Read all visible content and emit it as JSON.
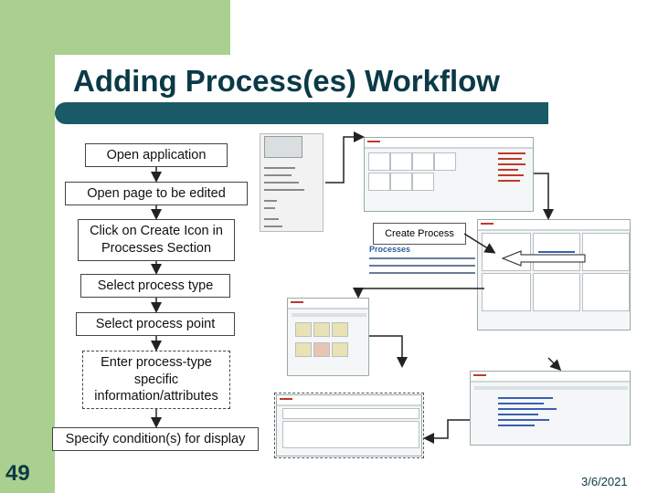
{
  "slide": {
    "title": "Adding Process(es) Workflow",
    "page_number": "49",
    "date": "3/6/2021"
  },
  "steps": [
    {
      "label": "Open application"
    },
    {
      "label": "Open page to be edited"
    },
    {
      "label": "Click on Create Icon in Processes Section"
    },
    {
      "label": "Select process type"
    },
    {
      "label": "Select process point"
    },
    {
      "label": "Enter process-type specific information/attributes"
    },
    {
      "label": "Specify condition(s) for display"
    }
  ],
  "callout": {
    "create_process": "Create Process",
    "processes_heading": "Processes"
  },
  "colors": {
    "green": "#a9d08e",
    "title_dark": "#0b3a47",
    "band": "#1a5a66",
    "oracle_red": "#d33333"
  }
}
